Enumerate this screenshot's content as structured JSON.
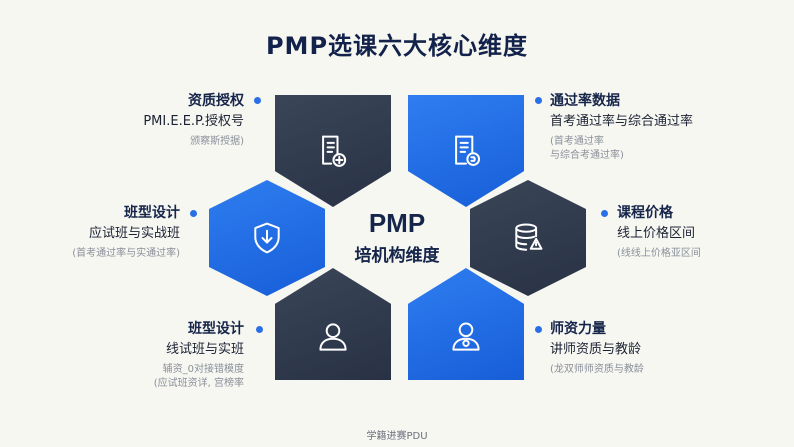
{
  "title": "PMP选课六大核心维度",
  "center": {
    "line1": "PMP",
    "line2": "培机构维度"
  },
  "dimensions": [
    {
      "title": "资质授权",
      "subtitle": "PMI.E.E.P.授权号",
      "note1": "颁察斯授据)",
      "note2": "",
      "icon": "document-plus-icon",
      "color": "dark"
    },
    {
      "title": "通过率数据",
      "subtitle": "首考通过率与综合通过率",
      "note1": "(首考通过率",
      "note2": "与综合考通过率)",
      "icon": "document-badge-icon",
      "color": "blue"
    },
    {
      "title": "班型设计",
      "subtitle": "应试班与实战班",
      "note1": "(首考通过率与实通过率)",
      "note2": "",
      "icon": "shield-download-icon",
      "color": "blue"
    },
    {
      "title": "课程价格",
      "subtitle": "线上价格区间",
      "note1": "(线线上价格亚区间",
      "note2": "",
      "icon": "database-alert-icon",
      "color": "dark"
    },
    {
      "title": "班型设计",
      "subtitle": "线试班与实班",
      "note1": "辅资_0对接错模度",
      "note2": "(应试班资详, 宫榜率",
      "icon": "user-icon",
      "color": "dark"
    },
    {
      "title": "师资力量",
      "subtitle": "讲师资质与教龄",
      "note1": "(龙双师师资质与教龄",
      "note2": "",
      "icon": "user-badge-icon",
      "color": "blue"
    }
  ],
  "footer": "学籍进赛PDU"
}
